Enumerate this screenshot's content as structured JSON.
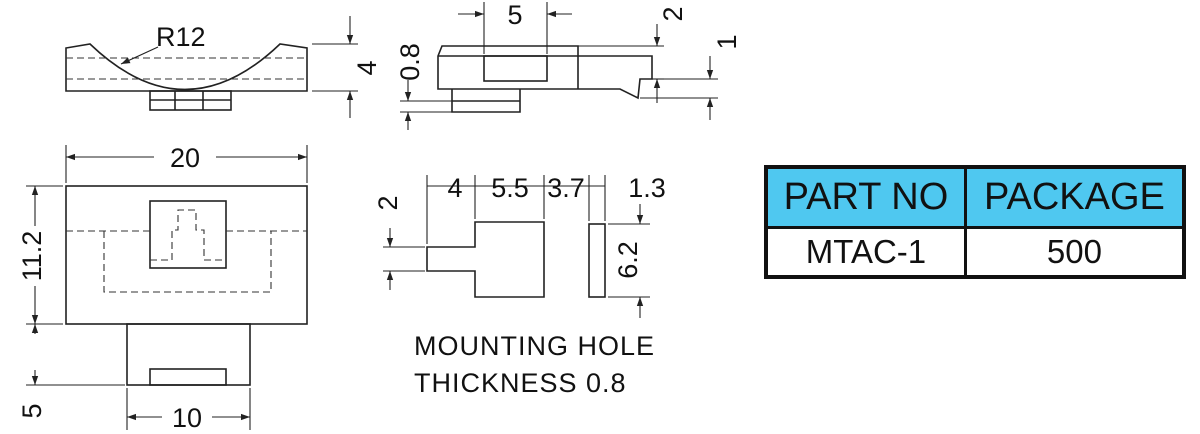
{
  "dimensions": {
    "radius": "R12",
    "side_height": "4",
    "front_slot_width": "5",
    "front_height_2": "2",
    "front_height_1": "1",
    "front_thickness": "0.8",
    "top_length": "20",
    "top_width": "11.2",
    "tab_length": "5",
    "tab_width": "10",
    "hole_height": "2",
    "hole_seg_1": "4",
    "hole_seg_2": "5.5",
    "hole_seg_3": "3.7",
    "hole_seg_4": "1.3",
    "hole_width": "6.2"
  },
  "note": {
    "line1": "MOUNTING HOLE",
    "line2": "THICKNESS 0.8"
  },
  "table": {
    "headers": [
      "PART NO",
      "PACKAGE"
    ],
    "rows": [
      [
        "MTAC-1",
        "500"
      ]
    ],
    "header_color": "#4fc8f0"
  }
}
